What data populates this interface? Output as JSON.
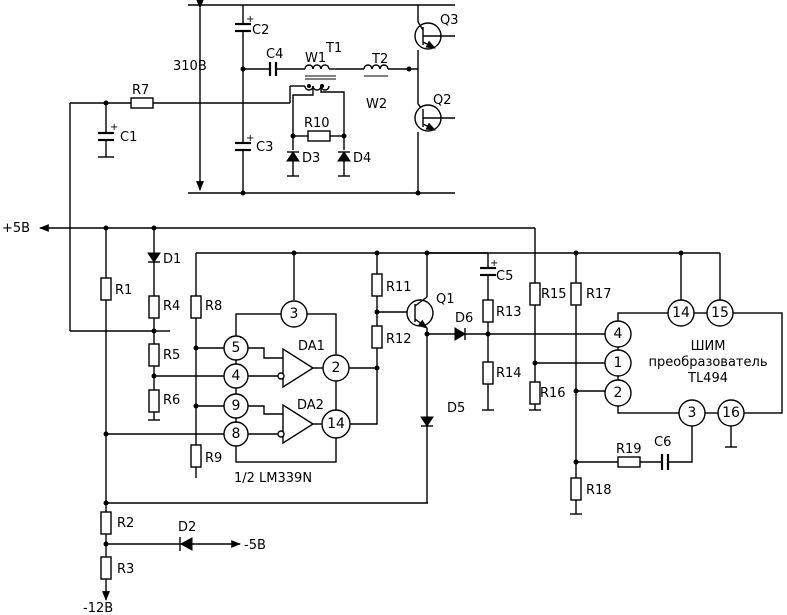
{
  "labels": {
    "voltage_310": "310В",
    "plus5": "+5В",
    "minus5": "-5В",
    "minus12": "-12В",
    "ic_caption": "1/2  LM339N",
    "pwm_line1": "ШИМ",
    "pwm_line2": "преобразователь",
    "pwm_line3": "TL494",
    "winding_w1": "W1",
    "winding_w2": "W2",
    "transformer_t1": "T1",
    "transformer_t2": "T2"
  },
  "components": {
    "c1": "C1",
    "c2": "C2",
    "c3": "C3",
    "c4": "C4",
    "c5": "C5",
    "c6": "C6",
    "q1": "Q1",
    "q2": "Q2",
    "q3": "Q3",
    "d1": "D1",
    "d2": "D2",
    "d3": "D3",
    "d4": "D4",
    "d5": "D5",
    "d6": "D6",
    "r1": "R1",
    "r2": "R2",
    "r3": "R3",
    "r4": "R4",
    "r5": "R5",
    "r6": "R6",
    "r7": "R7",
    "r8": "R8",
    "r9": "R9",
    "r10": "R10",
    "r11": "R11",
    "r12": "R12",
    "r13": "R13",
    "r14": "R14",
    "r15": "R15",
    "r16": "R16",
    "r17": "R17",
    "r18": "R18",
    "r19": "R19",
    "da1": "DA1",
    "da2": "DA2"
  },
  "pins": {
    "lm_3": "3",
    "lm_5": "5",
    "lm_4": "4",
    "lm_9": "9",
    "lm_8": "8",
    "lm_2": "2",
    "lm_14": "14",
    "tl_14": "14",
    "tl_15": "15",
    "tl_4": "4",
    "tl_1": "1",
    "tl_2": "2",
    "tl_3": "3",
    "tl_16": "16"
  }
}
